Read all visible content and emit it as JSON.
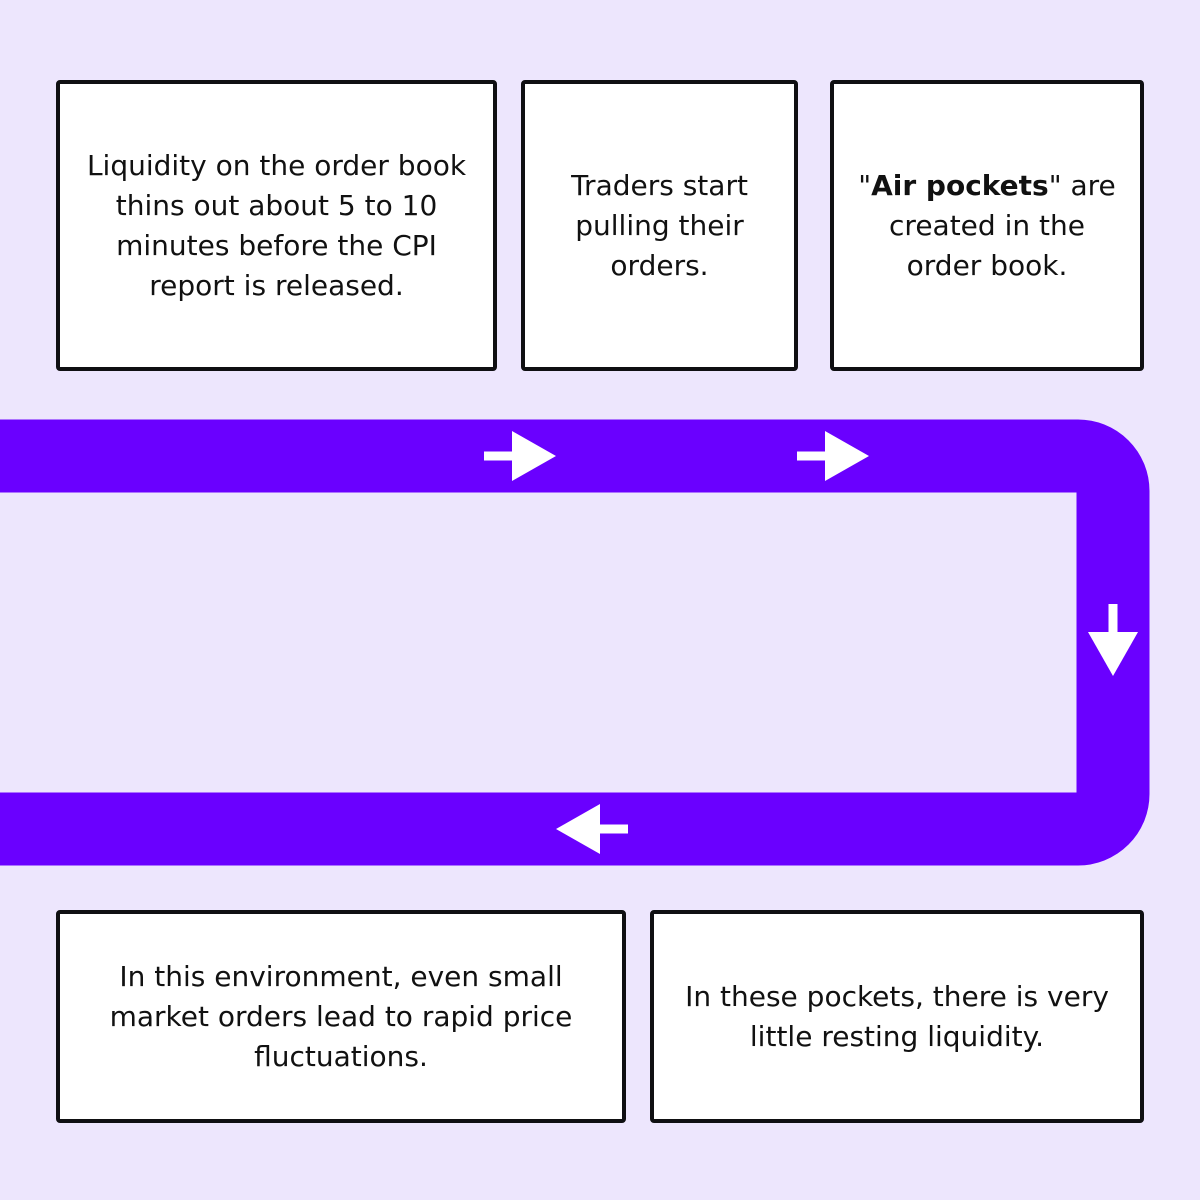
{
  "colors": {
    "background": "#ede6fd",
    "flow_path": "#6a00ff",
    "arrow": "#ffffff",
    "box_fill": "#ffffff",
    "box_border": "#0f0f12",
    "text": "#111111"
  },
  "steps": [
    {
      "text": "Liquidity on the order book thins out about 5 to 10 minutes before the CPI report is released."
    },
    {
      "text": "Traders start pulling their orders."
    },
    {
      "quote_open": "\"",
      "bold": "Air pockets",
      "rest": "\" are created in the order book."
    },
    {
      "text": "In these pockets, there is very little resting liquidity."
    },
    {
      "text": "In this environment, even small market orders lead to rapid price fluctuations."
    }
  ],
  "arrows": [
    {
      "direction": "right-arrow-icon"
    },
    {
      "direction": "right-arrow-icon"
    },
    {
      "direction": "down-arrow-icon"
    },
    {
      "direction": "left-arrow-icon"
    }
  ]
}
